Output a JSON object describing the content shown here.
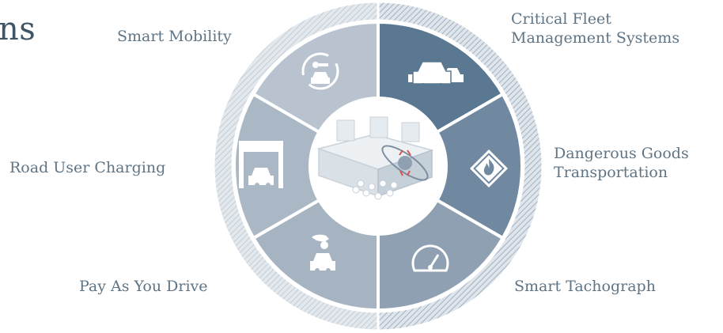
{
  "heading_fragment": "ns",
  "segments": [
    {
      "id": "critical-fleet",
      "label_lines": [
        "Critical Fleet",
        "Management Systems"
      ],
      "icon": "fleet-cars-icon",
      "color": "#5a7891"
    },
    {
      "id": "dangerous-goods",
      "label_lines": [
        "Dangerous Goods",
        "Transportation"
      ],
      "icon": "flammable-hazard-icon",
      "color": "#7089a0"
    },
    {
      "id": "smart-tachograph",
      "label_lines": [
        "Smart Tachograph"
      ],
      "icon": "speedometer-icon",
      "color": "#8ea0b2"
    },
    {
      "id": "pay-as-you-drive",
      "label_lines": [
        "Pay As You Drive"
      ],
      "icon": "hand-coin-car-icon",
      "color": "#a6b3c1"
    },
    {
      "id": "road-user-charging",
      "label_lines": [
        "Road User Charging"
      ],
      "icon": "toll-gate-icon",
      "color": "#aab7c4"
    },
    {
      "id": "smart-mobility",
      "label_lines": [
        "Smart Mobility"
      ],
      "icon": "car-sharing-cycle-icon",
      "color": "#b8c3cf"
    }
  ],
  "center": {
    "icon": "secure-chip-icon"
  },
  "colors": {
    "text": "#5f7484",
    "ring_hatch": "#c3ccd5",
    "ring_dark_hatch": "#7f97ab",
    "center_bg": "#ffffff"
  }
}
